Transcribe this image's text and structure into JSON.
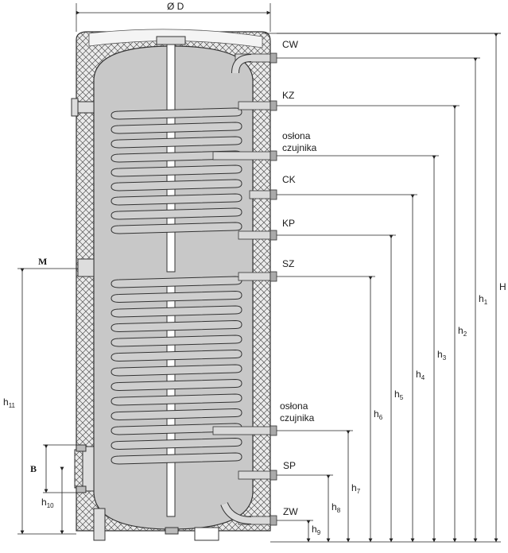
{
  "diagram": {
    "diameter_label": "Ø D",
    "connections": [
      {
        "id": "cw",
        "label": "CW"
      },
      {
        "id": "kz",
        "label": "KZ"
      },
      {
        "id": "sensor_top",
        "label_line1": "osłona",
        "label_line2": "czujnika"
      },
      {
        "id": "ck",
        "label": "CK"
      },
      {
        "id": "kp",
        "label": "KP"
      },
      {
        "id": "sz",
        "label": "SZ"
      },
      {
        "id": "sensor_bottom",
        "label_line1": "osłona",
        "label_line2": "czujnika"
      },
      {
        "id": "sp",
        "label": "SP"
      },
      {
        "id": "zw",
        "label": "ZW"
      }
    ],
    "left_labels": {
      "m": "M",
      "b": "B"
    },
    "heights": [
      {
        "base": "H",
        "sub": ""
      },
      {
        "base": "h",
        "sub": "1"
      },
      {
        "base": "h",
        "sub": "2"
      },
      {
        "base": "h",
        "sub": "3"
      },
      {
        "base": "h",
        "sub": "4"
      },
      {
        "base": "h",
        "sub": "5"
      },
      {
        "base": "h",
        "sub": "6"
      },
      {
        "base": "h",
        "sub": "7"
      },
      {
        "base": "h",
        "sub": "8"
      },
      {
        "base": "h",
        "sub": "9"
      },
      {
        "base": "h",
        "sub": "10"
      },
      {
        "base": "h",
        "sub": "11"
      }
    ],
    "colors": {
      "insulation": "#e6e6e6",
      "tank": "#c8c8c8",
      "coil": "#cfcfcf",
      "line": "#333333"
    }
  }
}
